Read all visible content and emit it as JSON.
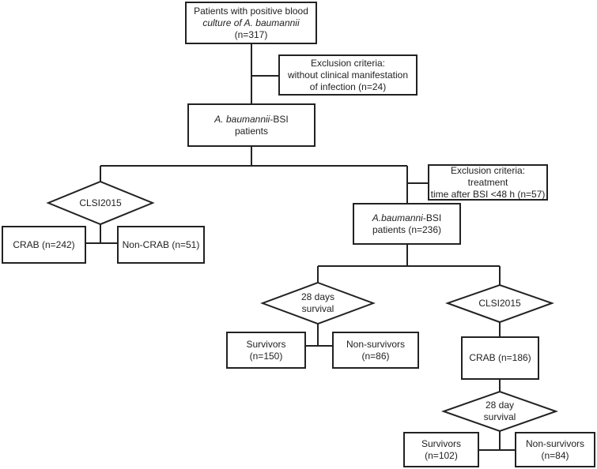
{
  "colors": {
    "stroke": "#222222",
    "fill": "#ffffff",
    "text": "#222222"
  },
  "nodes": {
    "positive_culture": {
      "line1": "Patients with positive blood",
      "line2": "culture of A. baumannii",
      "line3": "(n=317)"
    },
    "exclusion_1": {
      "line1": "Exclusion criteria:",
      "line2": "without clinical manifestation",
      "line3": "of infection (n=24)"
    },
    "bsi_patients": {
      "line1_italic": "A. baumannii",
      "line1_rest": "-BSI",
      "line2": "patients"
    },
    "clsi_left": {
      "label": "CLSI2015"
    },
    "crab_left": {
      "label": "CRAB (n=242)"
    },
    "noncrab_left": {
      "label": "Non-CRAB (n=51)"
    },
    "exclusion_2": {
      "line1": "Exclusion criteria: treatment",
      "line2": "time after BSI <48 h (n=57)"
    },
    "bsi_236": {
      "line1_italic": "A.baumanni",
      "line1_rest": "-BSI",
      "line2": "patients (n=236)"
    },
    "survival_28": {
      "line1": "28 days",
      "line2": "survival"
    },
    "survivors_150": {
      "line1": "Survivors",
      "line2": "(n=150)"
    },
    "nonsurvivors_86": {
      "line1": "Non-survivors",
      "line2": "(n=86)"
    },
    "clsi_right": {
      "label": "CLSI2015"
    },
    "crab_186": {
      "label": "CRAB (n=186)"
    },
    "survival_28_day": {
      "line1": "28 day",
      "line2": "survival"
    },
    "survivors_102": {
      "line1": "Survivors",
      "line2": "(n=102)"
    },
    "nonsurvivors_84": {
      "line1": "Non-survivors",
      "line2": "(n=84)"
    }
  }
}
